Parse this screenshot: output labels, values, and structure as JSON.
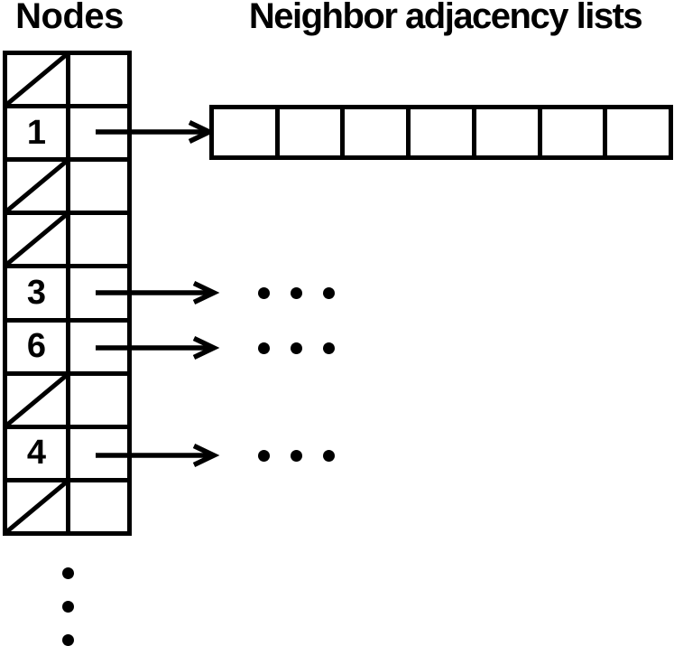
{
  "header": {
    "nodes_title": "Nodes",
    "lists_title": "Neighbor adjacency lists"
  },
  "table": {
    "rows": [
      {
        "kind": "null",
        "label": ""
      },
      {
        "kind": "pointer",
        "label": "1"
      },
      {
        "kind": "null",
        "label": ""
      },
      {
        "kind": "null",
        "label": ""
      },
      {
        "kind": "pointer",
        "label": "3"
      },
      {
        "kind": "pointer",
        "label": "6"
      },
      {
        "kind": "null",
        "label": ""
      },
      {
        "kind": "pointer",
        "label": "4"
      },
      {
        "kind": "null",
        "label": ""
      }
    ]
  },
  "adjacency": {
    "node1_list_cell_count": 7,
    "elided_lists_for_nodes": [
      "3",
      "6",
      "4"
    ]
  },
  "colors": {
    "ink": "#000000",
    "bg": "#ffffff"
  }
}
